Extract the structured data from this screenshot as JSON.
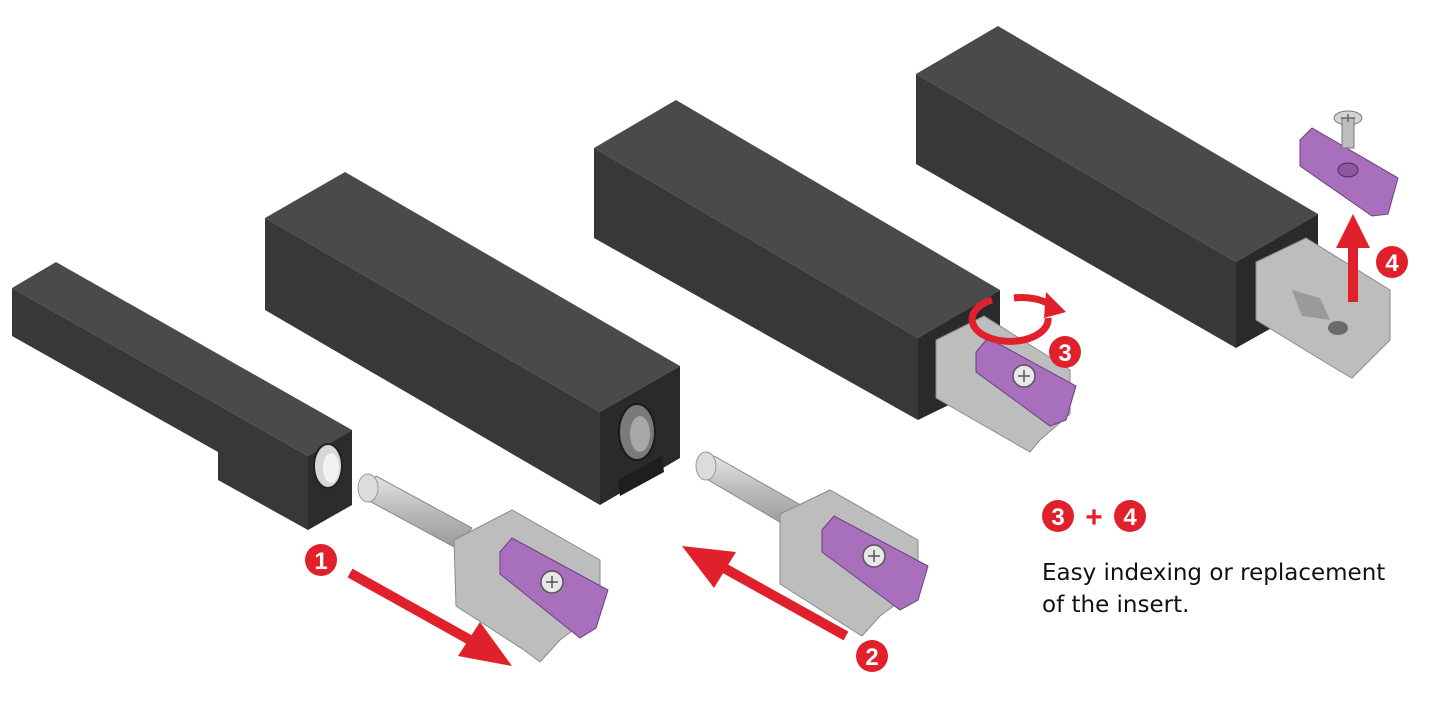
{
  "steps": [
    {
      "number": "1"
    },
    {
      "number": "2"
    },
    {
      "number": "3"
    },
    {
      "number": "4"
    }
  ],
  "combo": {
    "first": "3",
    "plus": "+",
    "second": "4"
  },
  "caption": {
    "line1": "Easy indexing or replacement",
    "line2": "of the insert."
  },
  "colors": {
    "body_dark": "#3a3a3c",
    "body_top": "#4a4a4c",
    "body_side": "#29292b",
    "steel": "#c9c9c9",
    "insert": "#a86fbd",
    "accent_red": "#e0202a",
    "text": "#111111"
  },
  "icons": [
    "arrow-right-icon",
    "arrow-left-icon",
    "rotate-icon",
    "arrow-up-icon",
    "screw-icon"
  ]
}
